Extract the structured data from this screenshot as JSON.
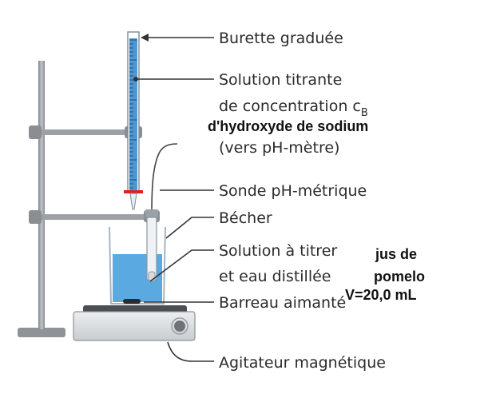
{
  "labels": {
    "burette": "Burette graduée",
    "titrant_1": "Solution titrante",
    "titrant_2": "de concentration c",
    "titrant_subscript": "B",
    "to_ph_meter": "(vers pH-mètre)",
    "probe": "Sonde pH-métrique",
    "beaker": "Bécher",
    "solution_1": "Solution à titrer",
    "solution_2": "et eau distillée",
    "stir_bar": "Barreau aimanté",
    "stirrer": "Agitateur magnétique"
  },
  "annotations": {
    "titrant_name": "d'hydroxyde de sodium",
    "juice_1": "jus de",
    "juice_2": "pomelo",
    "volume": "V=20,0 mL"
  },
  "colors": {
    "liquid": "#5aa9e0",
    "burette_fill": "#4f97d2",
    "stand": "#9a9ea3",
    "stirrer_body": "#d9dcdf",
    "valve": "#e02020"
  }
}
